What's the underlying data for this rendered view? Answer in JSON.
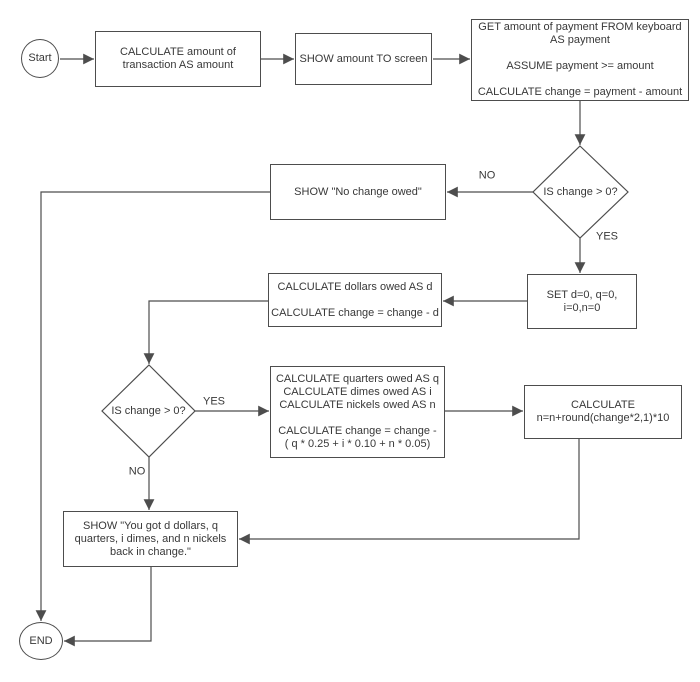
{
  "diagram": {
    "nodes": {
      "start": {
        "label": "Start",
        "type": "terminator"
      },
      "calc_amount": {
        "label": "CALCULATE amount of\ntransaction AS amount",
        "type": "process"
      },
      "show_amount": {
        "label": "SHOW amount TO screen",
        "type": "process"
      },
      "get_payment": {
        "label": "GET amount of payment FROM keyboard\nAS payment\n\nASSUME payment >= amount\n\nCALCULATE change = payment - amount",
        "type": "process"
      },
      "decision1": {
        "label": "IS change > 0?",
        "type": "decision"
      },
      "no_change": {
        "label": "SHOW \"No change owed\"",
        "type": "process"
      },
      "set_counters": {
        "label": "SET d=0, q=0,\ni=0,n=0",
        "type": "process"
      },
      "dollars": {
        "label": "CALCULATE dollars owed AS d\n\nCALCULATE change = change - d",
        "type": "process"
      },
      "decision2": {
        "label": "IS change > 0?",
        "type": "decision"
      },
      "coins": {
        "label": "CALCULATE quarters owed AS q\nCALCULATE dimes owed AS i\nCALCULATE nickels owed AS n\n\nCALCULATE change = change -\n( q * 0.25 + i * 0.10 + n * 0.05)",
        "type": "process"
      },
      "calc_nickels": {
        "label": "CALCULATE\nn=n+round(change*2,1)*10",
        "type": "process"
      },
      "show_result": {
        "label": "SHOW \"You got d dollars, q\nquarters, i dimes, and n nickels\nback in change.\"",
        "type": "process"
      },
      "end": {
        "label": "END",
        "type": "terminator"
      }
    },
    "edge_labels": {
      "no1": "NO",
      "yes1": "YES",
      "yes2": "YES",
      "no2": "NO"
    },
    "colors": {
      "stroke": "#4d4d4d",
      "text": "#383838",
      "node_fill": "#ffffff",
      "background": "#ffffff"
    }
  }
}
